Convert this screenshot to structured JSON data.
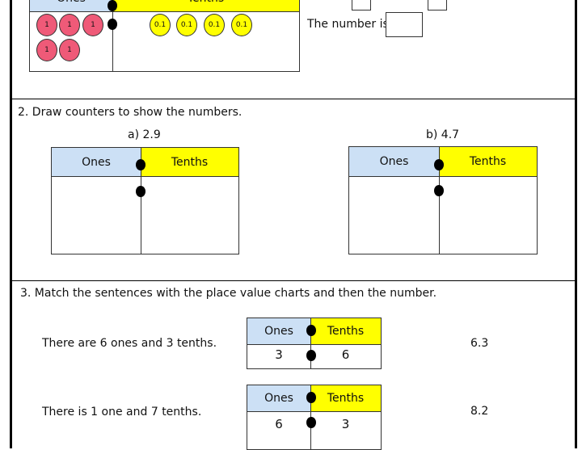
{
  "q1": {
    "ones_label": "Ones",
    "tenths_label": "Tenths",
    "ones_counters": [
      "1",
      "1",
      "1",
      "1",
      "1"
    ],
    "tenths_counters": [
      "0.1",
      "0.1",
      "0.1",
      "0.1"
    ],
    "number_prompt": "The number is"
  },
  "q2": {
    "instruction": "2. Draw counters to show the numbers.",
    "a_label": "a) 2.9",
    "b_label": "b) 4.7",
    "ones_label": "Ones",
    "tenths_label": "Tenths"
  },
  "q3": {
    "instruction": "3. Match the sentences with the place value charts and then the number.",
    "rows": [
      {
        "sentence": "There are 6 ones and 3 tenths.",
        "ones_label": "Ones",
        "tenths_label": "Tenths",
        "ones": "3",
        "tenths": "6",
        "number": "6.3"
      },
      {
        "sentence": "There is 1 one and 7 tenths.",
        "ones_label": "Ones",
        "tenths_label": "Tenths",
        "ones": "6",
        "tenths": "3",
        "number": "8.2"
      }
    ]
  },
  "colors": {
    "ones": "#cce0f5",
    "tenths": "#ffff00",
    "ones_counter": "#ef5a78",
    "tenths_counter": "#ffff00"
  }
}
